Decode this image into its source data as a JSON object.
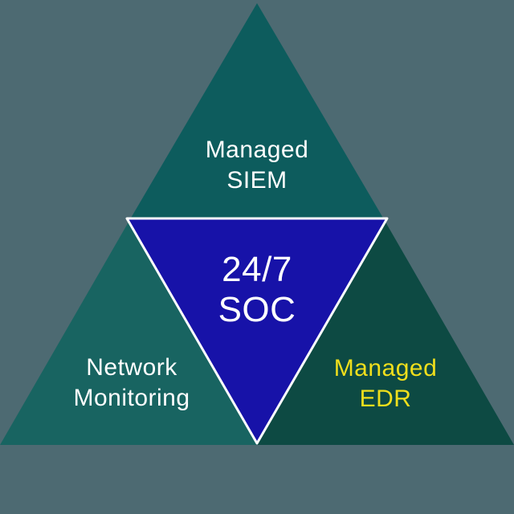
{
  "colors": {
    "background": "#4d6a72",
    "top_section": "#0d5c5d",
    "bottom_left_section": "#186461",
    "bottom_right_section": "#0d4a43",
    "center_triangle": "#1712a8",
    "center_border": "#ffffff",
    "white_text": "#ffffff",
    "yellow_text": "#f0df1c"
  },
  "diagram": {
    "type": "pyramid-segments",
    "sections": {
      "top": {
        "line1": "Managed",
        "line2": "SIEM"
      },
      "center": {
        "line1": "24/7",
        "line2": "SOC"
      },
      "bottom_left": {
        "line1": "Network",
        "line2": "Monitoring"
      },
      "bottom_right": {
        "line1": "Managed",
        "line2": "EDR"
      }
    }
  }
}
